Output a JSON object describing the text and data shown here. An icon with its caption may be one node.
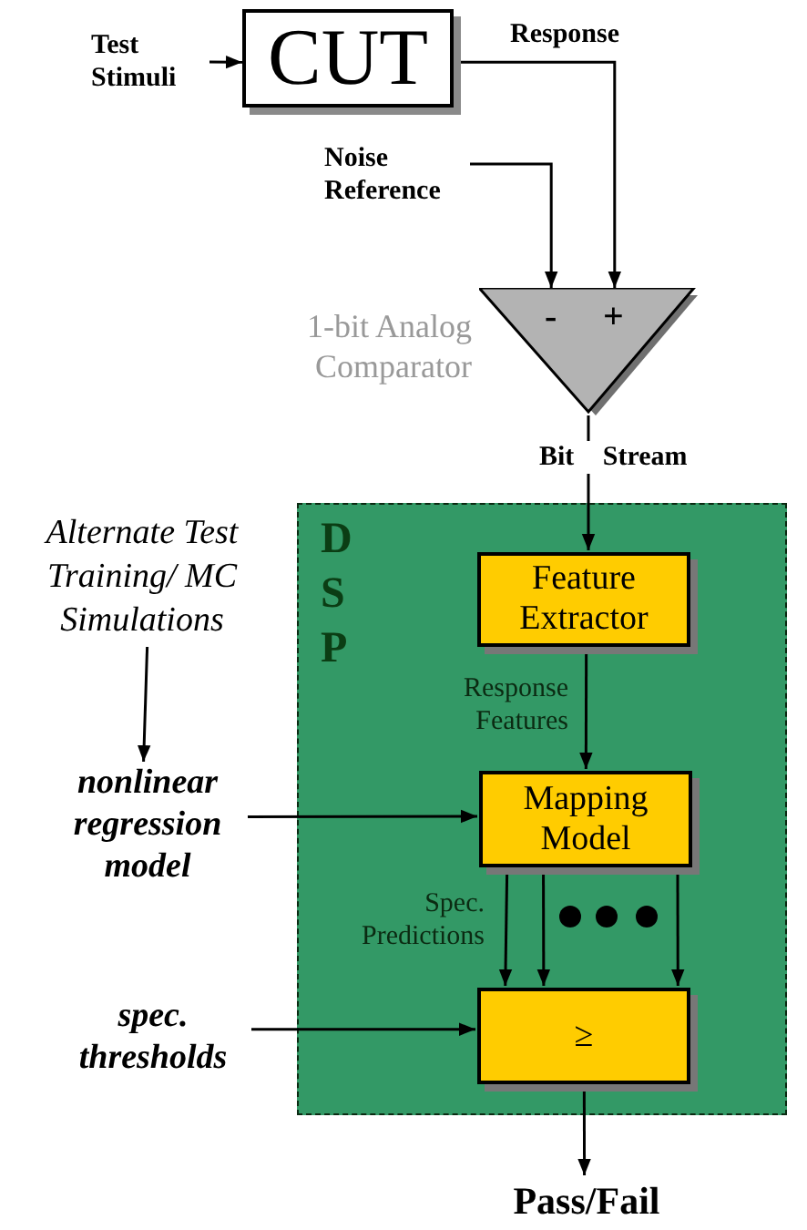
{
  "diagram": {
    "nodes": [
      {
        "text": [
          "Test Stimuli"
        ]
      },
      {
        "text": [
          "CUT"
        ]
      },
      {
        "text": [
          "Noise Reference"
        ]
      },
      {
        "text": [
          "-",
          "+"
        ],
        "beside": [
          "1-bit Analog Comparator"
        ]
      },
      {
        "text": [
          "Alternate Test Training/ MC Simulations"
        ]
      },
      {
        "text": [
          "DSP"
        ]
      },
      {
        "text": [
          "Feature Extractor"
        ],
        "in": 5
      },
      {
        "text": [
          "nonlinear regression model"
        ]
      },
      {
        "text": [
          "Mapping Model"
        ],
        "in": 5
      },
      {
        "text": [
          "spec. thresholds"
        ]
      },
      {
        "text": [
          "≥"
        ],
        "in": 5
      },
      {
        "text": [
          "Pass/Fail"
        ]
      }
    ],
    "edges": [
      {
        "from": 0,
        "to": 1,
        "arrow": "to"
      },
      {
        "from": 1,
        "to": 3,
        "arrow": "to",
        "label": "Response"
      },
      {
        "from": 2,
        "to": 3,
        "arrow": "to"
      },
      {
        "from": 3,
        "to": 6,
        "arrow": "to",
        "label": "Bit Stream"
      },
      {
        "from": 6,
        "to": 8,
        "arrow": "to",
        "label": "Response Features"
      },
      {
        "from": 8,
        "to": 10,
        "arrow": "to",
        "label": "Spec. Predictions"
      },
      {
        "from": 8,
        "to": 10,
        "arrow": "to"
      },
      {
        "from": 8,
        "to": 10,
        "arrow": "to"
      },
      {
        "from": 4,
        "to": 7,
        "arrow": "to"
      },
      {
        "from": 7,
        "to": 8,
        "arrow": "to"
      },
      {
        "from": 9,
        "to": 10,
        "arrow": "to"
      },
      {
        "from": 10,
        "to": 11,
        "arrow": "to"
      }
    ]
  }
}
